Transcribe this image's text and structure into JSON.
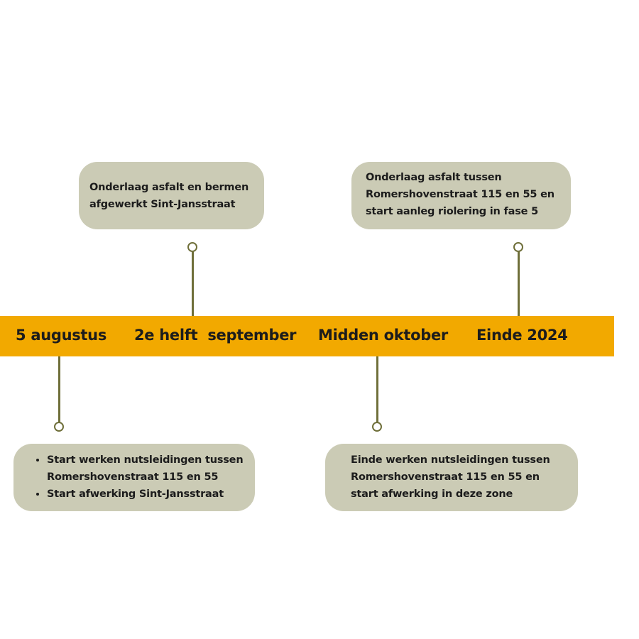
{
  "timeline": {
    "dates": [
      "5 augustus",
      "2e helft  september",
      "Midden oktober",
      "Einde 2024"
    ]
  },
  "events": {
    "top_left": {
      "lines": [
        "Onderlaag asfalt en bermen",
        "afgewerkt Sint-Jansstraat"
      ]
    },
    "top_right": {
      "lines": [
        "Onderlaag asfalt tussen",
        "Romershovenstraat 115 en 55 en",
        "start aanleg riolering in fase 5"
      ]
    },
    "bottom_left": {
      "bullets": [
        {
          "lines": [
            "Start werken nutsleidingen tussen",
            "Romershovenstraat 115 en 55"
          ]
        },
        {
          "lines": [
            "Start afwerking Sint-Jansstraat"
          ]
        }
      ]
    },
    "bottom_right": {
      "lines": [
        "Einde werken nutsleidingen tussen",
        "Romershovenstraat 115 en 55 en",
        "start afwerking in deze zone"
      ]
    }
  },
  "colors": {
    "band": "#f2a900",
    "box": "#cbcbb5",
    "connector": "#6f6f3a",
    "text": "#1c1c1c"
  }
}
